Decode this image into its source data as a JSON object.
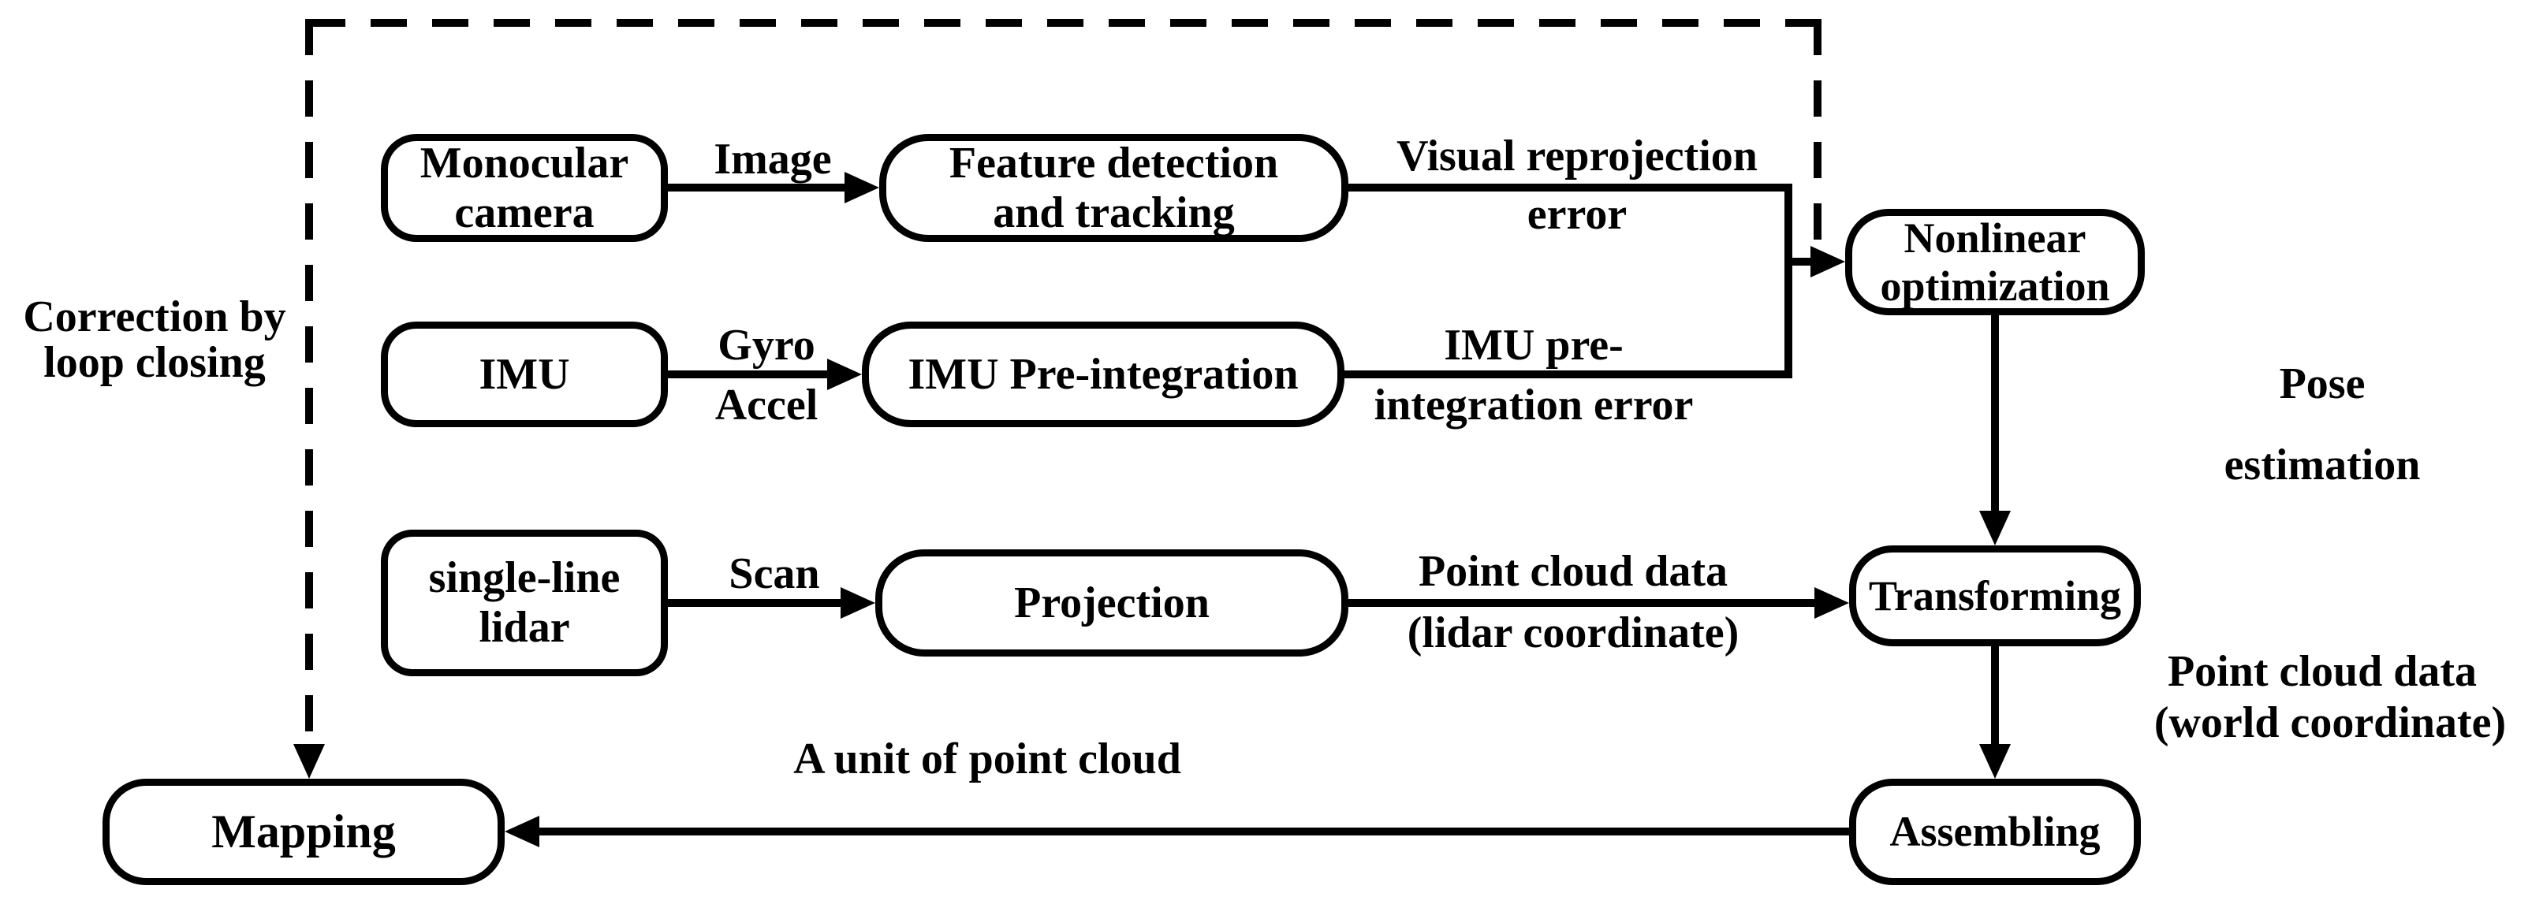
{
  "colors": {
    "stroke": "#000000",
    "background": "#ffffff"
  },
  "nodes": {
    "monocular_camera": {
      "lines": [
        "Monocular",
        "camera"
      ]
    },
    "feature_detection": {
      "lines": [
        "Feature detection",
        "and tracking"
      ]
    },
    "imu": {
      "lines": [
        "IMU"
      ]
    },
    "imu_preintegration": {
      "lines": [
        "IMU Pre-integration"
      ]
    },
    "single_line_lidar": {
      "lines": [
        "single-line",
        "lidar"
      ]
    },
    "projection": {
      "lines": [
        "Projection"
      ]
    },
    "nonlinear_optimization": {
      "lines": [
        "Nonlinear",
        "optimization"
      ]
    },
    "transforming": {
      "lines": [
        "Transforming"
      ]
    },
    "assembling": {
      "lines": [
        "Assembling"
      ]
    },
    "mapping": {
      "lines": [
        "Mapping"
      ]
    }
  },
  "edge_labels": {
    "image": {
      "lines": [
        "Image"
      ]
    },
    "gyro": {
      "lines": [
        "Gyro"
      ]
    },
    "accel": {
      "lines": [
        "Accel"
      ]
    },
    "scan": {
      "lines": [
        "Scan"
      ]
    },
    "visual_error": {
      "lines": [
        "Visual reprojection",
        "error"
      ]
    },
    "imu_error": {
      "lines": [
        "IMU pre-",
        "integration error"
      ]
    },
    "pose_estimation": {
      "lines": [
        "Pose",
        "estimation"
      ]
    },
    "pcd_lidar": {
      "lines": [
        "Point cloud data",
        "(lidar coordinate)"
      ]
    },
    "pcd_world": {
      "lines": [
        "Point cloud data",
        "(world coordinate)"
      ]
    },
    "unit_point_cloud": {
      "lines": [
        "A unit of point cloud"
      ]
    },
    "correction": {
      "lines": [
        "Correction by",
        "loop closing"
      ]
    }
  }
}
